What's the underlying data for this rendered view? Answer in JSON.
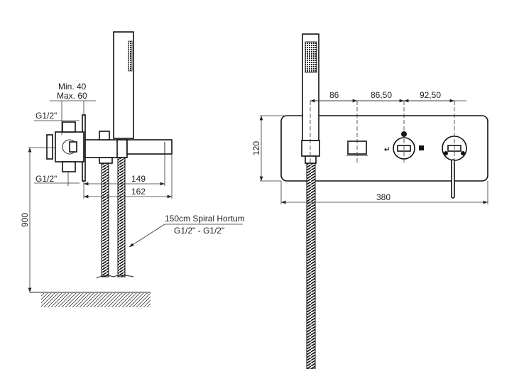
{
  "side_view": {
    "min_label": "Min. 40",
    "max_label": "Max. 60",
    "thread_top": "G1/2\"",
    "thread_bottom": "G1/2\"",
    "dim_149": "149",
    "dim_162": "162",
    "dim_900": "900",
    "hose_label": "150cm Spiral Hortum",
    "hose_thread": "G1/2\" - G1/2\""
  },
  "front_view": {
    "dim_86": "86",
    "dim_86_50": "86,50",
    "dim_92_50": "92,50",
    "dim_120": "120",
    "dim_380": "380"
  }
}
